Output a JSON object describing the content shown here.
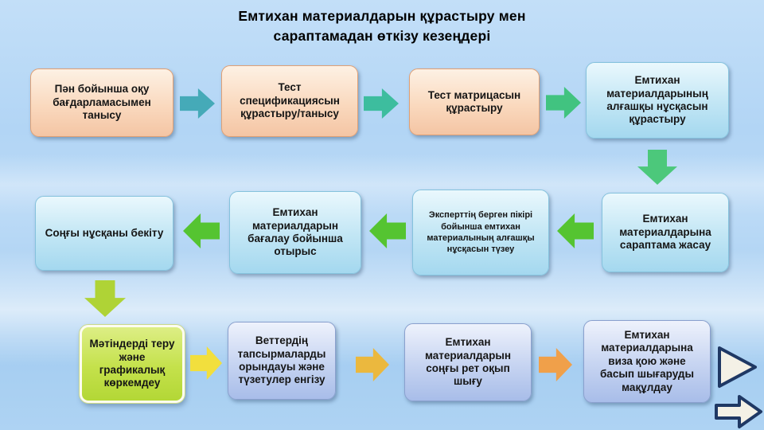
{
  "title": {
    "line1": "Емтихан материалдарын құрастыру мен",
    "line2": "сараптамадан өткізу кезеңдері"
  },
  "boxes": [
    {
      "step": 1,
      "label": "Пән бойынша оқу бағдарламасымен танысу",
      "style": "peach"
    },
    {
      "step": 2,
      "label": "Тест спецификациясын құрастыру/танысу",
      "style": "peach"
    },
    {
      "step": 3,
      "label": "Тест матрицасын құрастыру",
      "style": "peach"
    },
    {
      "step": 4,
      "label": "Емтихан материалдарының алғашқы нұсқасын құрастыру",
      "style": "blue"
    },
    {
      "step": 8,
      "label": "Соңғы нұсқаны бекіту",
      "style": "blue"
    },
    {
      "step": 7,
      "label": "Емтихан материалдарын бағалау бойынша отырыс",
      "style": "blue"
    },
    {
      "step": 6,
      "label": "Эксперттің берген пікірі бойынша емтихан материалының алғашқы нұсқасын түзеу",
      "style": "blue"
    },
    {
      "step": 5,
      "label": "Емтихан материалдарына сараптама жасау",
      "style": "blue"
    },
    {
      "step": 9,
      "label": "Мәтіндерді теру және графикалық көркемдеу",
      "style": "lime"
    },
    {
      "step": 10,
      "label": "Веттердің тапсырмаларды орындауы және түзетулер енгізу",
      "style": "lavender"
    },
    {
      "step": 11,
      "label": "Емтихан материалдарын соңғы рет оқып шығу",
      "style": "lavender"
    },
    {
      "step": 12,
      "label": "Емтихан материалдарына виза қою және басып шығаруды мақұлдау",
      "style": "lavender"
    }
  ],
  "flow_arrows": {
    "row1": [
      "#45AAB8",
      "#3DBD9E",
      "#41C380"
    ],
    "down_right": "#4CC87B",
    "row2": [
      "#55C431",
      "#55C431",
      "#55C431"
    ],
    "down_left": "#AFD336",
    "row3": [
      "#F2DF3D",
      "#EBB83E",
      "#F0A04A"
    ]
  },
  "nav_icons": {
    "triangle_fill": "#F4F1E6",
    "triangle_stroke": "#1F3864",
    "block_fill": "#F4F1E6",
    "block_stroke": "#1F3864"
  },
  "background": {
    "top": "#C3DFF8",
    "bottom": "#AED3F3"
  }
}
